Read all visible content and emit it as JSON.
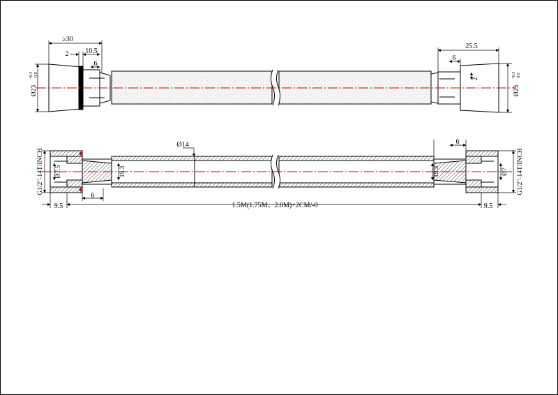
{
  "colors": {
    "outline": "#000000",
    "centerline": "#cc0000",
    "hose_fill": "#f3f3f3",
    "hatch": "#444444",
    "seal": "#b01818"
  },
  "top_view": {
    "dim_ge30": "≥30",
    "dim_2": "2",
    "dim_10_5": "10.5",
    "dim_6_left": "6",
    "dim_25_5": "25.5",
    "dim_6_right": "6",
    "dim_2_right": "2",
    "dia_left": "Ø23",
    "dia_left_tol_upper": "+0.5",
    "dia_left_tol_lower": "-0.0",
    "dia_right": "Ø23",
    "dia_right_tol_upper": "+0.5",
    "dia_right_tol_lower": "0.0"
  },
  "section_view": {
    "thread_left": "G1/2\"-14T/INCH",
    "thread_right": "G1/2\"-14T/INCH",
    "dia_7_5": "Ø7.5",
    "dia_7": "Ø7",
    "dia_14": "Ø14",
    "dim_19_3_left": "19.3",
    "dim_19_3_right": "19.3",
    "dim_6_left": "6",
    "dim_6_right": "6",
    "dim_9_5_left": "9.5",
    "dim_9_5_right": "9.5",
    "length": "1.5M(1.75M、2.0M)+2CM/-0"
  }
}
